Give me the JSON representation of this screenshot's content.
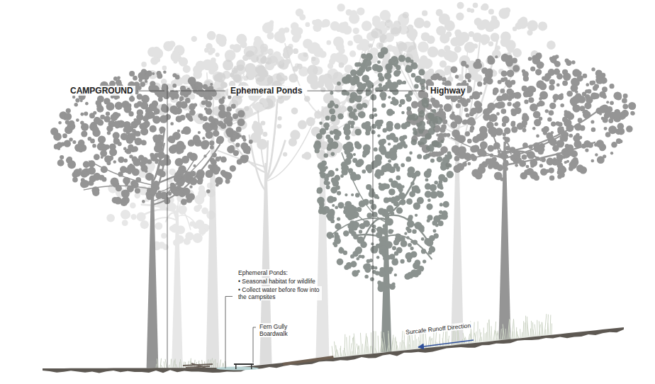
{
  "diagram": {
    "labels": [
      "CAMPGROUND",
      "Ephemeral Ponds",
      "Highway",
      "Ephemeral Ponds:",
      "• Seasonal habitat for wildlife",
      "• Collect water before flow into the campsites",
      "Fern Gully Boardwalk",
      "Surcafe Runoff Direction"
    ]
  }
}
